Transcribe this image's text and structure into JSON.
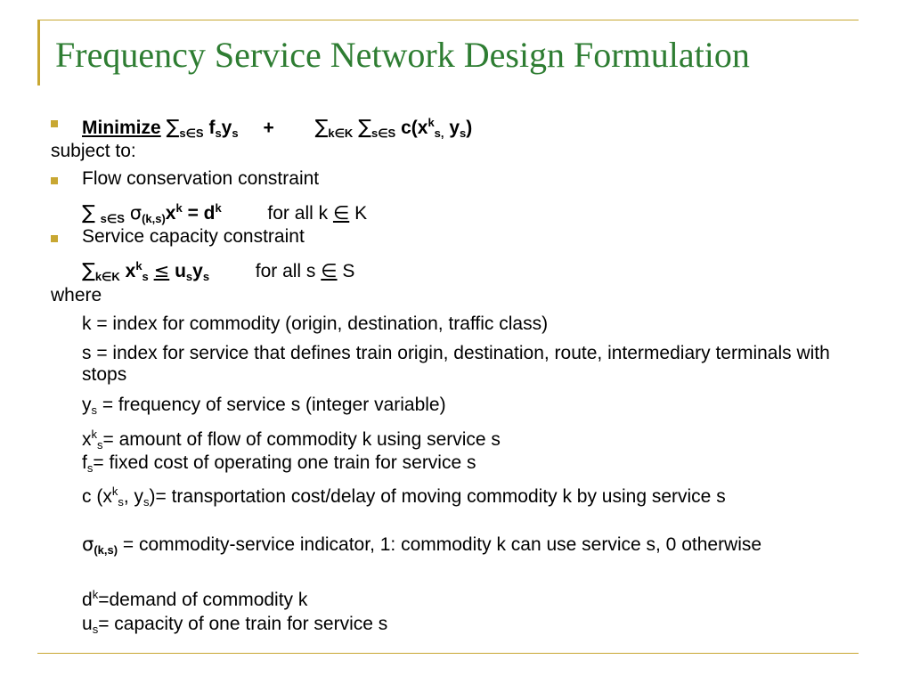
{
  "slide": {
    "title": "Frequency Service Network Design Formulation",
    "objective": {
      "label": "Minimize",
      "sigma": "∑",
      "s_in_S": "s∈S",
      "f": "f",
      "s": "s",
      "y": "y",
      "plus": "+",
      "k_in_K": "k∈K",
      "c_open": "c(x",
      "k": "k",
      "s_comma": "s,",
      "y_space": " y",
      "close_paren": ")"
    },
    "subject_to": "subject to:",
    "flow": {
      "heading": "Flow conservation constraint",
      "sigma_sym": "σ",
      "ks": "(k,s)",
      "x": "x",
      "eq_d": "= d",
      "for_all_k": "for all k",
      "in_sym": "∈",
      "K": "K"
    },
    "capacity": {
      "heading": "Service capacity constraint",
      "le": "≤",
      "u": "u",
      "for_all_s": "for all s",
      "S": "S"
    },
    "where": "where",
    "defs": {
      "k_def": "k = index for commodity (origin, destination, traffic class)",
      "s_def": "s = index for service that defines train origin, destination, route, intermediary terminals with stops",
      "y_def": " = frequency of service s (integer variable)",
      "x_def": "= amount of flow of commodity k using service s",
      "f_def": "= fixed cost of operating one train for service s",
      "c_pre": "c (x",
      "c_mid": ", y",
      "c_def": ")= transportation cost/delay of moving commodity k by using service s",
      "sig_def": " = commodity-service indicator, 1: commodity k can use service s, 0 otherwise",
      "d": "d",
      "d_def": "=demand of commodity k",
      "u_def": "= capacity of one train for service s"
    }
  }
}
